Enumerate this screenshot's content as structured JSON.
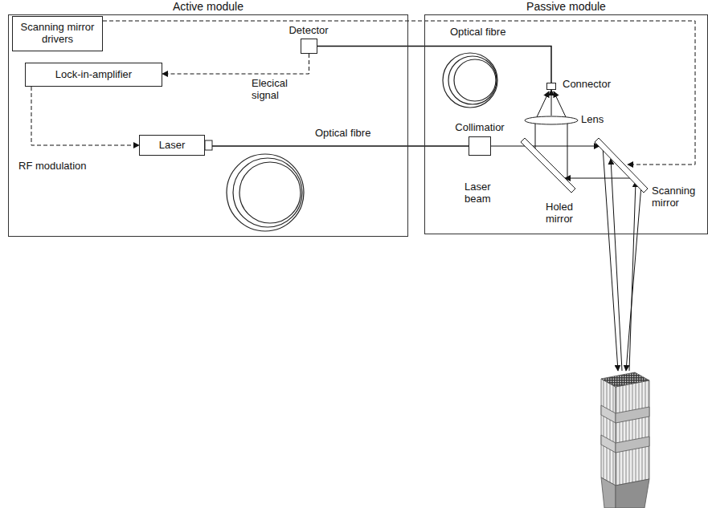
{
  "diagram": {
    "nodes": [
      {
        "text": [
          "Active module"
        ]
      },
      {
        "text": [
          "Scanning mirror drivers"
        ],
        "in": 0
      },
      {
        "text": [
          "Detector"
        ],
        "in": 0
      },
      {
        "text": [
          "Lock-in-amplifier"
        ],
        "in": 0
      },
      {
        "text": [
          "Laser"
        ],
        "in": 0
      },
      {
        "text": [
          "Passive module"
        ]
      },
      {
        "text": [
          "Connector"
        ],
        "in": 5
      },
      {
        "text": [
          "Lens"
        ],
        "in": 5
      },
      {
        "text": [
          "Collimatior"
        ],
        "in": 5
      },
      {
        "text": [
          "Holed mirror"
        ],
        "in": 5
      },
      {
        "text": [
          "Scanning mirror"
        ],
        "in": 5
      }
    ],
    "edges": [
      {
        "from": 1,
        "to": 10,
        "arrow": "to"
      },
      {
        "from": 2,
        "to": 3,
        "label": "Elecical signal",
        "arrow": "to"
      },
      {
        "from": 3,
        "to": 4,
        "label": "RF modulation",
        "arrow": "to"
      },
      {
        "from": 2,
        "to": 6,
        "arrow": "none"
      },
      {
        "from": 4,
        "to": 8,
        "arrow": "none"
      },
      {
        "from": 8,
        "to": 10,
        "arrow": "to"
      },
      {
        "from": 10,
        "to": 9,
        "arrow": "to"
      },
      {
        "from": 7,
        "to": 6,
        "arrow": "to"
      }
    ],
    "labels": [
      "Optical fibre",
      "Optical fibre",
      "Laser beam"
    ]
  }
}
